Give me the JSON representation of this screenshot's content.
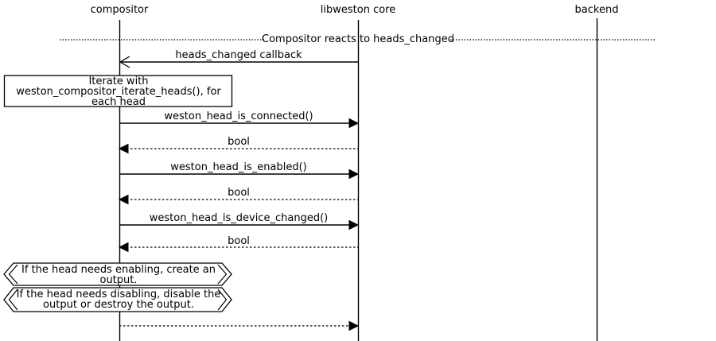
{
  "diagram": {
    "participants": [
      {
        "label": "compositor"
      },
      {
        "label": "libweston core"
      },
      {
        "label": "backend"
      }
    ],
    "divider_label": "Compositor reacts to heads_changed",
    "messages": {
      "callback": "heads_changed callback",
      "is_connected": "weston_head_is_connected()",
      "bool_connected": "bool",
      "is_enabled": "weston_head_is_enabled()",
      "bool_enabled": "bool",
      "is_device_changed": "weston_head_is_device_changed()",
      "bool_device_changed": "bool"
    },
    "notes": {
      "iterate": "Iterate with\nweston_compositor_iterate_heads(), for\neach head",
      "enabling": "If the head needs enabling, create an\noutput.",
      "disabling": "If the head needs disabling, disable the\noutput or destroy the output."
    },
    "colors": {
      "line": "#000000",
      "background": "#ffffff"
    }
  }
}
